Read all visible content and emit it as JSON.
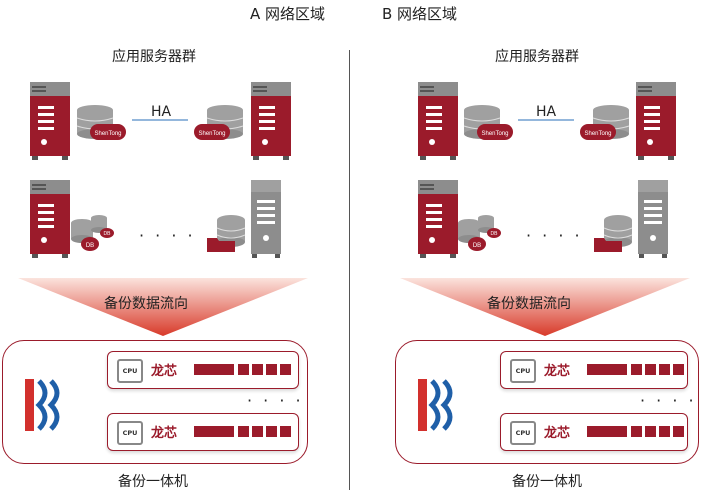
{
  "zones": [
    {
      "title": "A 网络区域",
      "group_title": "应用服务器群",
      "ha_label": "HA",
      "db_badge": "ShenTong",
      "small_db": "DB",
      "ellipsis": "· · · ·",
      "flow_label": "备份数据流向",
      "appliance": {
        "title": "备份一体机",
        "ellipsis": "· · · ·",
        "units": [
          {
            "chip": "CPU",
            "brand": "龙芯"
          },
          {
            "chip": "CPU",
            "brand": "龙芯"
          }
        ]
      }
    },
    {
      "title": "B 网络区域",
      "group_title": "应用服务器群",
      "ha_label": "HA",
      "db_badge": "ShenTong",
      "small_db": "DB",
      "ellipsis": "· · · ·",
      "flow_label": "备份数据流向",
      "appliance": {
        "title": "备份一体机",
        "ellipsis": "· · · ·",
        "units": [
          {
            "chip": "CPU",
            "brand": "龙芯"
          },
          {
            "chip": "CPU",
            "brand": "龙芯"
          }
        ]
      }
    }
  ],
  "colors": {
    "accent": "#9b1b2b",
    "logo_red": "#d2302d",
    "logo_blue": "#1f5fa8",
    "gray_server": "#8d8d8d"
  }
}
